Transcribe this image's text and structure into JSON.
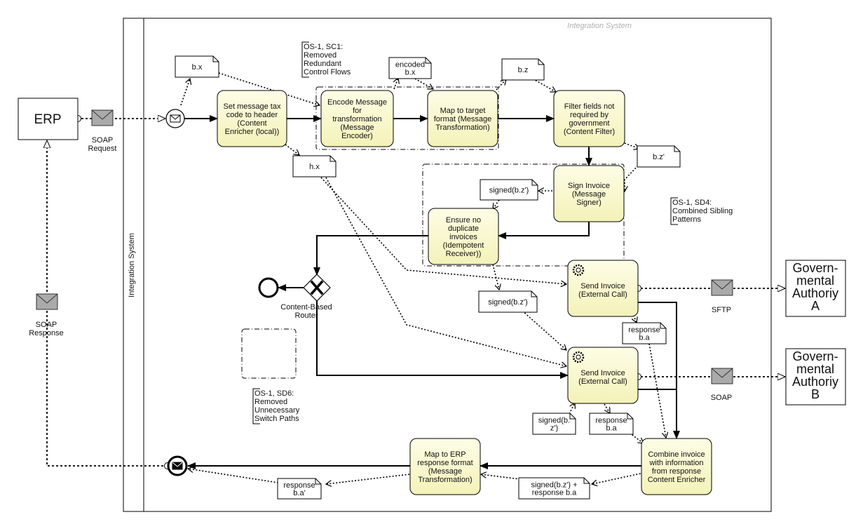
{
  "pool": {
    "header": "Integration System",
    "lane_label": "Integration System"
  },
  "participants": {
    "erp": "ERP",
    "authority_a": [
      "Govern-",
      "mental",
      "Authoriy",
      "A"
    ],
    "authority_b": [
      "Govern-",
      "mental",
      "Authoriy",
      "B"
    ]
  },
  "messages": {
    "soap_request": [
      "SOAP",
      "Request"
    ],
    "soap_response": [
      "SOAP",
      "Response"
    ],
    "sftp": "SFTP",
    "soap": "SOAP"
  },
  "tasks": {
    "set_tax": [
      "Set message tax",
      "code to header",
      "(Content",
      "Enricher (local))"
    ],
    "encode": [
      "Encode Message",
      "for",
      "transformation",
      "(Message",
      "Encoder)"
    ],
    "map_target": [
      "Map to target",
      "format (Message",
      "Transformation)"
    ],
    "filter": [
      "Filter fields not",
      "required by",
      "government",
      "(Content Filter)"
    ],
    "sign": [
      "Sign Invoice",
      "(Message",
      "Signer)"
    ],
    "idempotent": [
      "Ensure no",
      "duplicate",
      "invoices",
      "(Idempotent",
      "Receiver))"
    ],
    "send_a": [
      "Send Invoice",
      "(External Call)"
    ],
    "send_b": [
      "Send Invoice",
      "(External Call)"
    ],
    "combine": [
      "Combine invoice",
      "with information",
      "from response",
      "Content Enricher"
    ],
    "map_erp": [
      "Map to ERP",
      "response format",
      "(Message",
      "Transformation)"
    ]
  },
  "data_objects": {
    "bx": [
      "b.x"
    ],
    "encoded_bx": [
      "encoded",
      "b.x"
    ],
    "bz": [
      "b.z"
    ],
    "hx": [
      "h.x"
    ],
    "bz_prime": [
      "b.z'"
    ],
    "signed_top": [
      "signed(b.z')"
    ],
    "signed_mid": [
      "signed(b.z')"
    ],
    "response_ba_1": [
      "response",
      "b.a"
    ],
    "signed_low": [
      "signed(b.",
      "z')"
    ],
    "response_ba_2": [
      "response",
      "b.a"
    ],
    "signed_plus": [
      "signed(b.z') +",
      "response b.a"
    ],
    "response_ba_prime": [
      "response",
      "b.a'"
    ]
  },
  "gateway_label": [
    "Content-Based",
    "Router"
  ],
  "annotations": {
    "sc1": [
      "OS-1, SC1:",
      "Removed",
      "Redundant",
      "Control Flows"
    ],
    "sd4": [
      "OS-1, SD4:",
      "Combined Sibling",
      "Patterns"
    ],
    "sd6": [
      "OS-1, SD6:",
      "Removed",
      "Unnecessary",
      "Switch Paths"
    ]
  }
}
